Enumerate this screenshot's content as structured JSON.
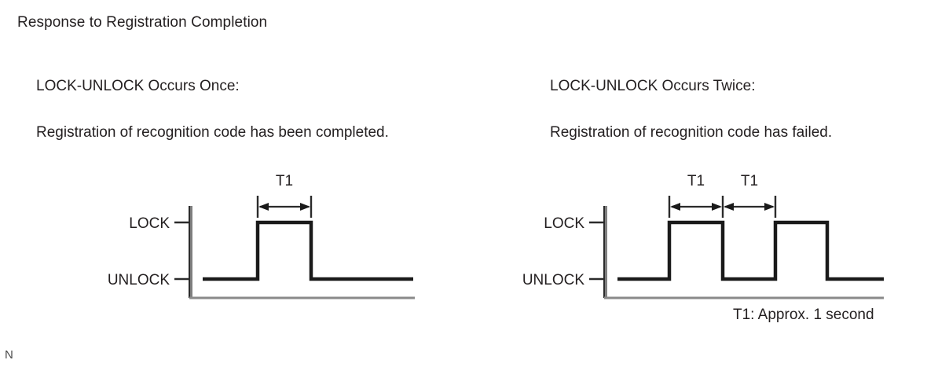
{
  "document": {
    "title": "Response to Registration Completion",
    "page_mark": "N"
  },
  "columns": [
    {
      "heading": "LOCK-UNLOCK Occurs Once:",
      "description": "Registration of recognition code has been completed.",
      "diagram": {
        "name": "lock-unlock-once-waveform",
        "y_axis_labels": [
          "LOCK",
          "UNLOCK"
        ],
        "dimension_labels": [
          "T1"
        ],
        "pulse_count": 1
      }
    },
    {
      "heading": "LOCK-UNLOCK Occurs Twice:",
      "description": "Registration of recognition code has failed.",
      "diagram": {
        "name": "lock-unlock-twice-waveform",
        "y_axis_labels": [
          "LOCK",
          "UNLOCK"
        ],
        "dimension_labels": [
          "T1",
          "T1"
        ],
        "pulse_count": 2
      }
    }
  ],
  "notes": {
    "t1_legend": "T1: Approx. 1 second"
  },
  "labels": {
    "lock": "LOCK",
    "unlock": "UNLOCK",
    "t1": "T1"
  },
  "colors": {
    "ink": "#231f20",
    "signal": "#1a1a1a",
    "axis": "#8a8a8a",
    "background": "#ffffff"
  },
  "chart_data": {
    "type": "line",
    "title": "Response to Registration Completion",
    "xlabel": "",
    "ylabel": "",
    "charts": [
      {
        "name": "LOCK-UNLOCK Occurs Once",
        "states": [
          "UNLOCK",
          "LOCK"
        ],
        "x": [
          0,
          86,
          86,
          154,
          154,
          283
        ],
        "y": [
          "UNLOCK",
          "UNLOCK",
          "LOCK",
          "LOCK",
          "UNLOCK",
          "UNLOCK"
        ],
        "annotations": [
          {
            "label": "T1",
            "from": 86,
            "to": 154
          }
        ]
      },
      {
        "name": "LOCK-UNLOCK Occurs Twice",
        "states": [
          "UNLOCK",
          "LOCK"
        ],
        "x": [
          0,
          83,
          83,
          151,
          151,
          218,
          218,
          284,
          284,
          356
        ],
        "y": [
          "UNLOCK",
          "UNLOCK",
          "LOCK",
          "LOCK",
          "UNLOCK",
          "UNLOCK",
          "LOCK",
          "LOCK",
          "UNLOCK",
          "UNLOCK"
        ],
        "annotations": [
          {
            "label": "T1",
            "from": 83,
            "to": 151
          },
          {
            "label": "T1",
            "from": 151,
            "to": 218
          }
        ]
      }
    ],
    "legend": "T1: Approx. 1 second"
  }
}
